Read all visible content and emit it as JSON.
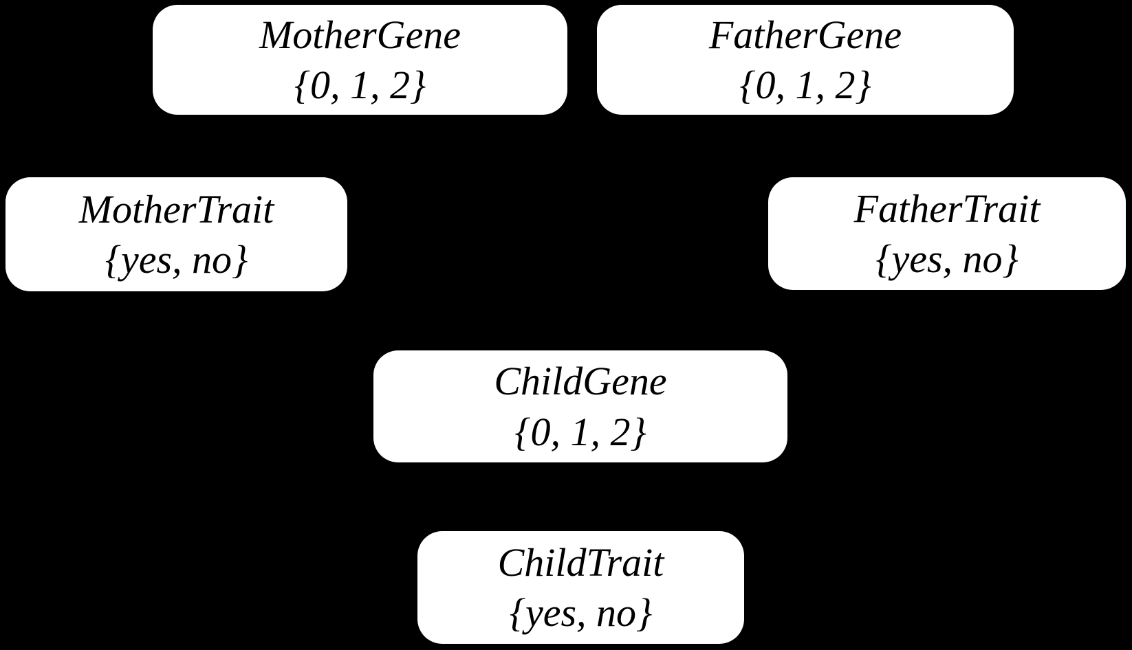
{
  "diagram": {
    "type": "bayesian-network-node-diagram",
    "background_color": "#000000",
    "node_fill_color": "#ffffff",
    "node_text_color": "#000000",
    "nodes": [
      {
        "id": "mother-gene",
        "label": "MotherGene",
        "domain": "{0, 1, 2}"
      },
      {
        "id": "father-gene",
        "label": "FatherGene",
        "domain": "{0, 1, 2}"
      },
      {
        "id": "mother-trait",
        "label": "MotherTrait",
        "domain": "{yes, no}"
      },
      {
        "id": "father-trait",
        "label": "FatherTrait",
        "domain": "{yes, no}"
      },
      {
        "id": "child-gene",
        "label": "ChildGene",
        "domain": "{0, 1, 2}"
      },
      {
        "id": "child-trait",
        "label": "ChildTrait",
        "domain": "{yes, no}"
      }
    ]
  }
}
